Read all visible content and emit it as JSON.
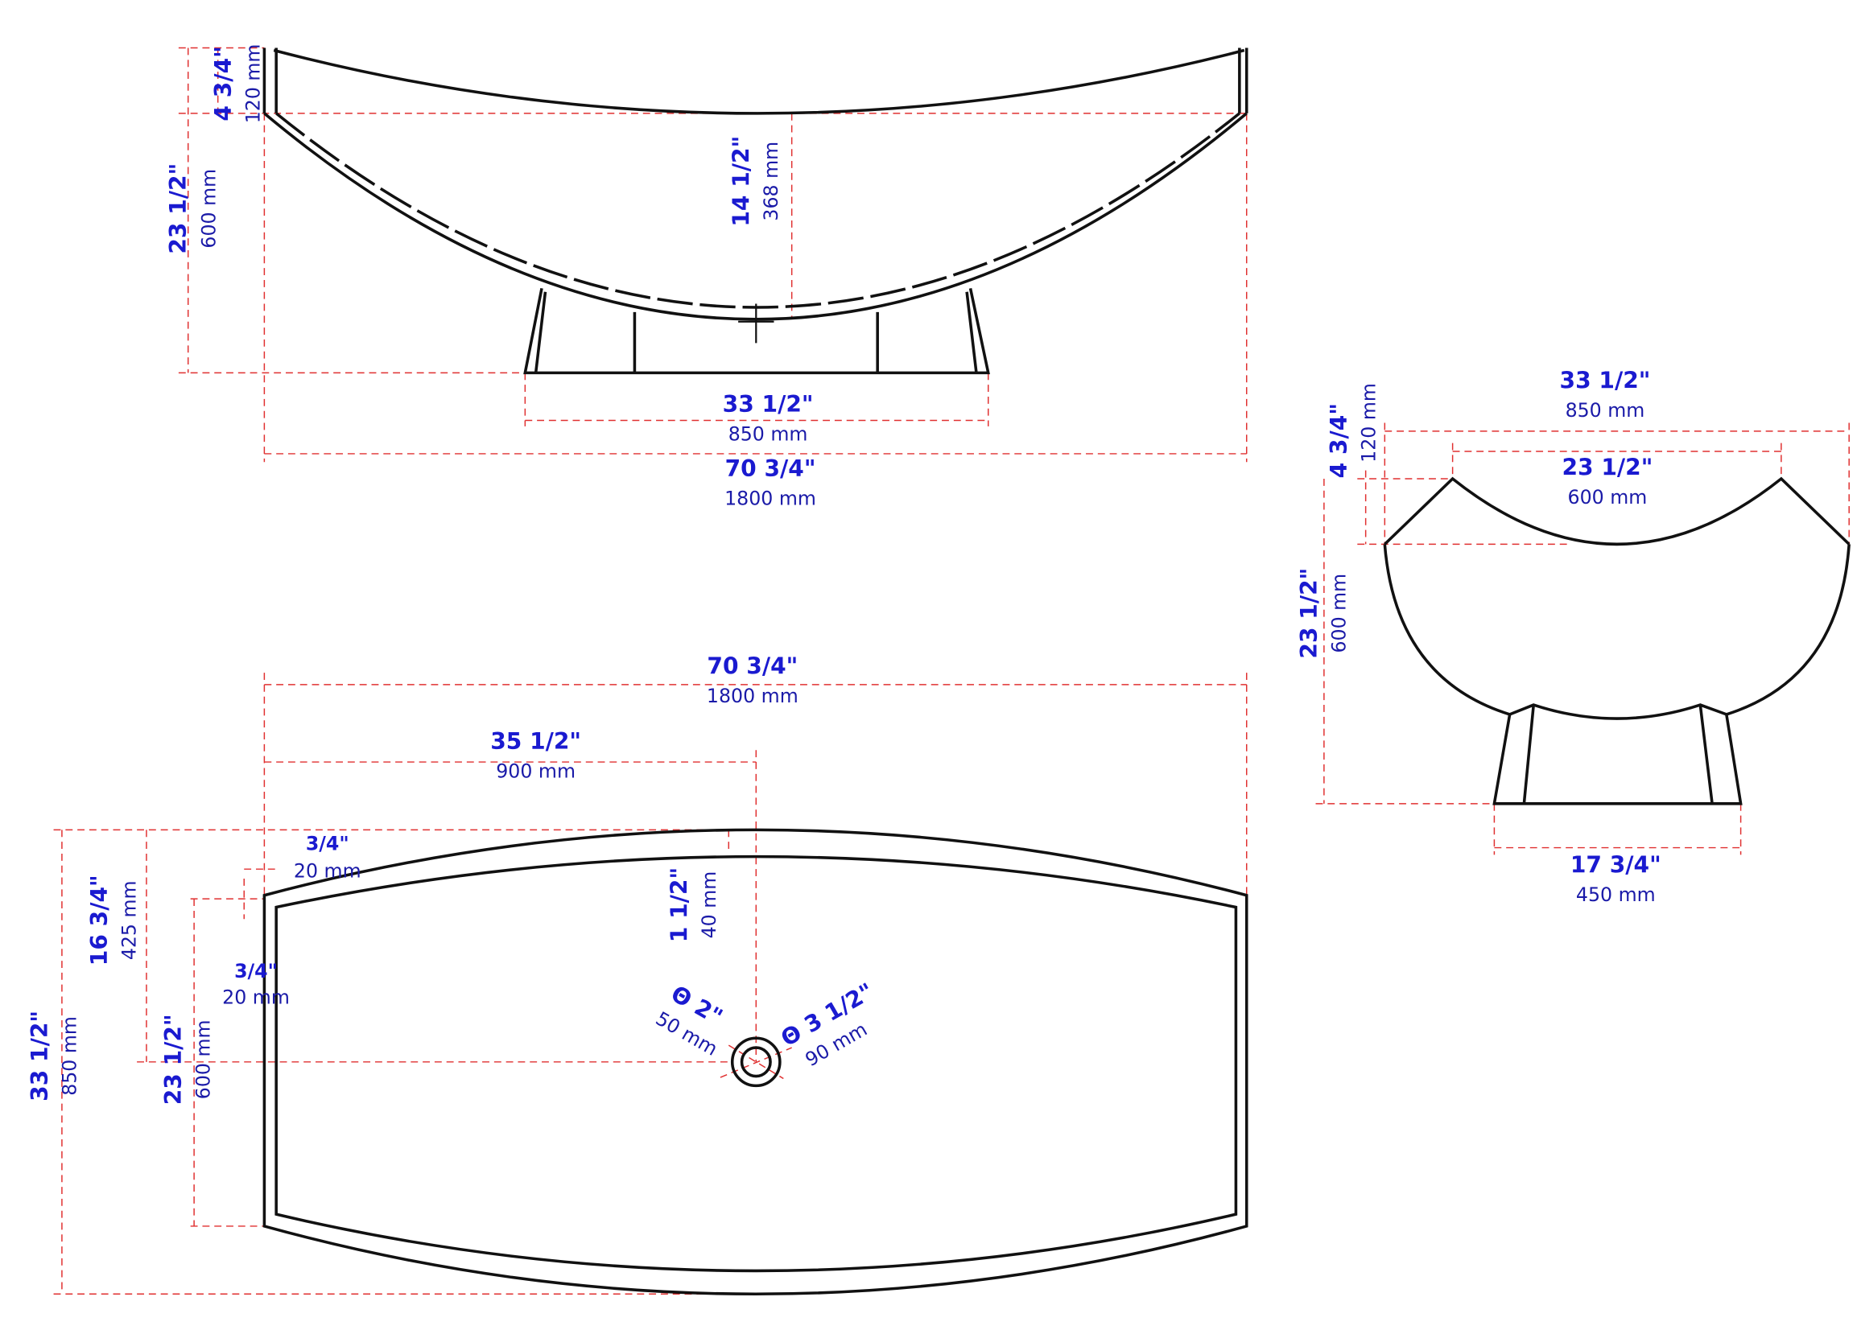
{
  "colors": {
    "outline": "#111111",
    "dimension_line": "#e03030",
    "imperial_text": "#1a1ad0",
    "metric_text": "#1a1aa8"
  },
  "side_view": {
    "total_height": {
      "imperial": "23 1/2\"",
      "metric": "600 mm"
    },
    "rim_drop": {
      "imperial": "4 3/4\"",
      "metric": "120 mm"
    },
    "basin_depth": {
      "imperial": "14 1/2\"",
      "metric": "368 mm"
    },
    "base_length": {
      "imperial": "33 1/2\"",
      "metric": "850 mm"
    },
    "total_length": {
      "imperial": "70 3/4\"",
      "metric": "1800 mm"
    }
  },
  "end_view": {
    "total_width": {
      "imperial": "33 1/2\"",
      "metric": "850 mm"
    },
    "inner_width": {
      "imperial": "23 1/2\"",
      "metric": "600 mm"
    },
    "rim_drop": {
      "imperial": "4 3/4\"",
      "metric": "120 mm"
    },
    "height": {
      "imperial": "23 1/2\"",
      "metric": "600 mm"
    },
    "base_width": {
      "imperial": "17 3/4\"",
      "metric": "450 mm"
    }
  },
  "top_view": {
    "total_length": {
      "imperial": "70 3/4\"",
      "metric": "1800 mm"
    },
    "half_length": {
      "imperial": "35 1/2\"",
      "metric": "900 mm"
    },
    "wall_thickness_side": {
      "imperial": "3/4\"",
      "metric": "20 mm"
    },
    "half_width": {
      "imperial": "16 3/4\"",
      "metric": "425 mm"
    },
    "wall_thickness_end": {
      "imperial": "3/4\"",
      "metric": "20 mm"
    },
    "rim_thickness": {
      "imperial": "1 1/2\"",
      "metric": "40 mm"
    },
    "total_width": {
      "imperial": "33 1/2\"",
      "metric": "850 mm"
    },
    "end_width": {
      "imperial": "23 1/2\"",
      "metric": "600 mm"
    },
    "drain_inner": {
      "imperial": "Θ  2\"",
      "metric": "50 mm"
    },
    "drain_outer": {
      "imperial": "Θ 3 1/2\"",
      "metric": "90 mm"
    }
  }
}
